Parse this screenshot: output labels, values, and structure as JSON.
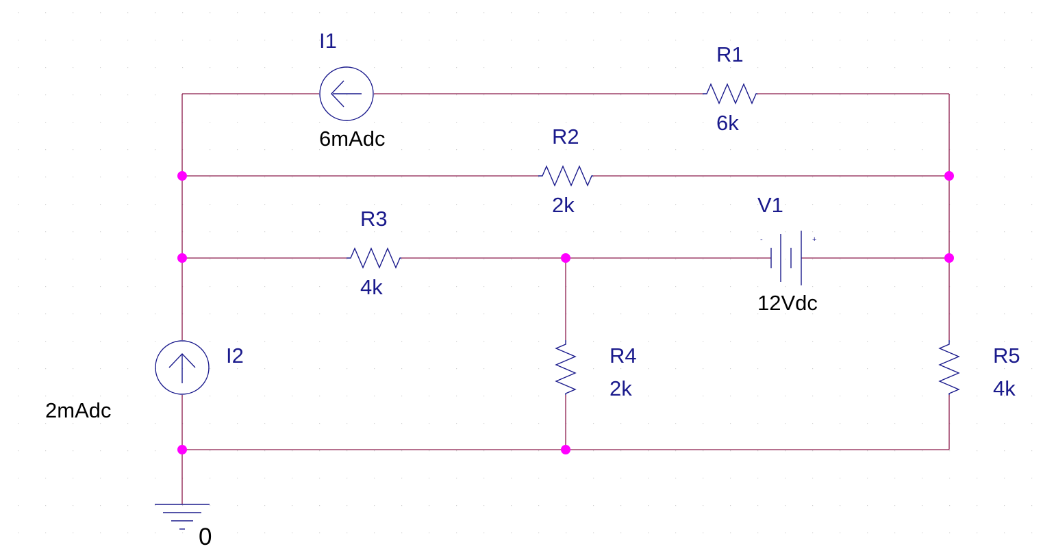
{
  "colors": {
    "wire": "#8b1a4a",
    "component": "#1a1a8c",
    "node": "#ff00ff",
    "ref_text": "#1a1a8c",
    "value_text": "#000000",
    "grid": "#c8c8c8"
  },
  "components": {
    "I1": {
      "ref": "I1",
      "value": "6mAdc"
    },
    "I2": {
      "ref": "I2",
      "value": "2mAdc"
    },
    "R1": {
      "ref": "R1",
      "value": "6k"
    },
    "R2": {
      "ref": "R2",
      "value": "2k"
    },
    "R3": {
      "ref": "R3",
      "value": "4k"
    },
    "R4": {
      "ref": "R4",
      "value": "2k"
    },
    "R5": {
      "ref": "R5",
      "value": "4k"
    },
    "V1": {
      "ref": "V1",
      "value": "12Vdc",
      "minus": "-",
      "plus": "+"
    }
  },
  "ground": {
    "label": "0"
  }
}
